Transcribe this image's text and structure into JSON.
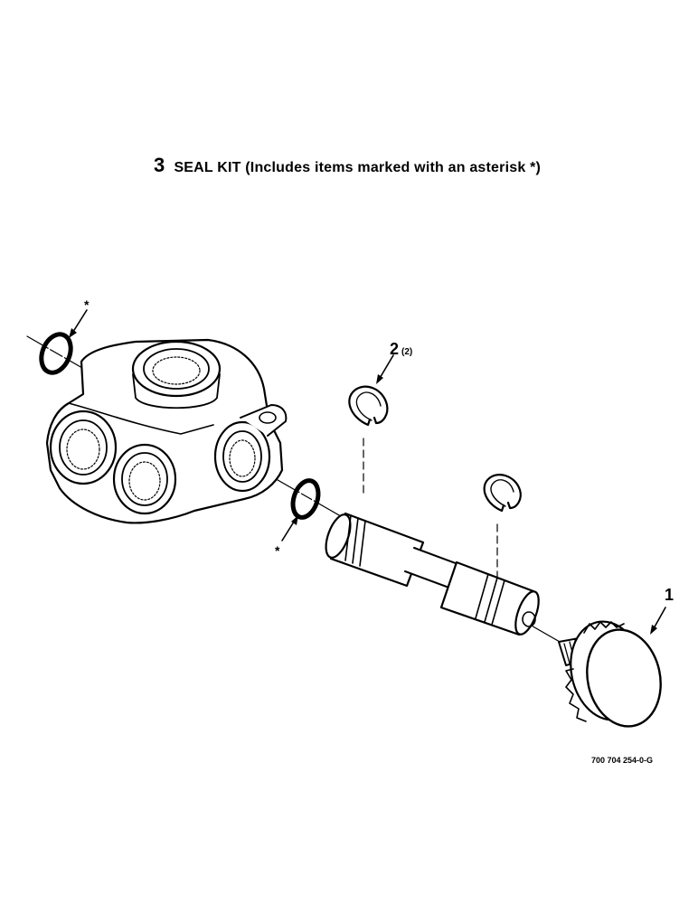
{
  "heading": {
    "number": "3",
    "text": "SEAL KIT (Includes items marked with an asterisk *)"
  },
  "callouts": {
    "knob": "1",
    "retaining_ring": "2",
    "retaining_ring_qty": "(2)",
    "asterisk": "*"
  },
  "drawing_number": "700 704 254-0-G"
}
